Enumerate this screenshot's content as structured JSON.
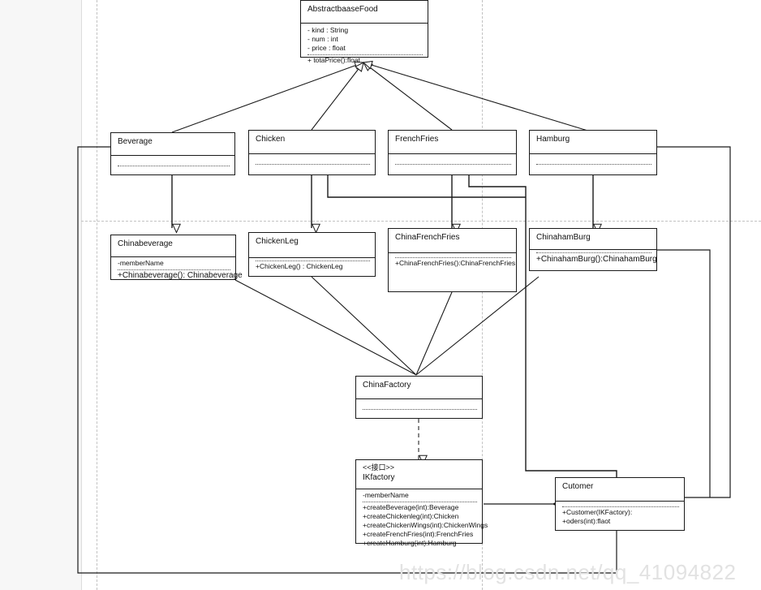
{
  "diagram": {
    "type": "uml-class-diagram",
    "watermark": "https://blog.csdn.net/qq_41094822"
  },
  "classes": {
    "abstract_base_food": {
      "name": "AbstractbaaseFood",
      "attributes": [
        "- kind : String",
        "- num : int",
        "- price : float"
      ],
      "methods": [
        "+ totaPrice():float"
      ]
    },
    "beverage": {
      "name": "Beverage",
      "attributes": [],
      "methods": []
    },
    "chicken": {
      "name": "Chicken",
      "attributes": [],
      "methods": []
    },
    "french_fries": {
      "name": "FrenchFries",
      "attributes": [],
      "methods": []
    },
    "hamburg": {
      "name": "Hamburg",
      "attributes": [],
      "methods": []
    },
    "chinabeverage": {
      "name": "Chinabeverage",
      "attributes": [
        "-memberName"
      ],
      "methods": [
        "+Chinabeverage(): Chinabeverage"
      ]
    },
    "chickenleg": {
      "name": "ChickenLeg",
      "attributes": [],
      "methods": [
        "+ChickenLeg() : ChickenLeg"
      ]
    },
    "chinafrenchfries": {
      "name": "ChinaFrenchFries",
      "attributes": [],
      "methods": [
        "+ChinaFrenchFries():ChinaFrenchFries"
      ]
    },
    "chinahamburg": {
      "name": "ChinahamBurg",
      "attributes": [],
      "methods": [
        "+ChinahamBurg():ChinahamBurg"
      ]
    },
    "chinafactory": {
      "name": "ChinaFactory",
      "attributes": [],
      "methods": []
    },
    "ikfactory": {
      "name": "IKfactory",
      "stereotype": "<<接口>>",
      "attributes": [
        "-memberName"
      ],
      "methods": [
        "+createBeverage(int):Beverage",
        "+createChickenleg(int):Chicken",
        "+createChickenWings(int):ChickenWings",
        "+createFrenchFries(int):FrenchFries",
        "+createHamburg(int):Hamburg"
      ]
    },
    "cutomer": {
      "name": "Cutomer",
      "attributes": [],
      "methods": [
        "+Customer(IKFactory):",
        "+oders(int):flaot"
      ]
    }
  },
  "colors": {
    "stroke": "#1a1a1a",
    "fill": "#ffffff",
    "guide": "#c2c2c2",
    "watermark": "#e2e2e2",
    "panel": "#f7f7f7"
  }
}
